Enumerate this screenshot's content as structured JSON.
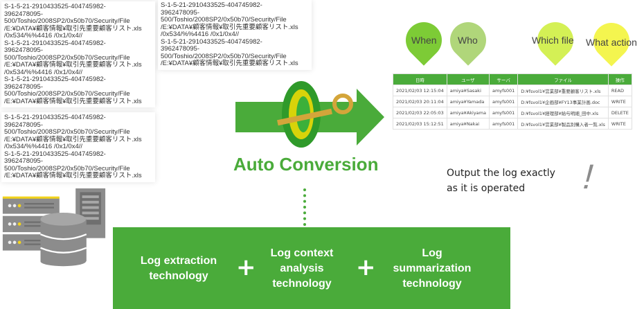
{
  "log_sheets": [
    {
      "lines": [
        "S-1-5-21-2910433525-404745982-",
        "3962478095-",
        "500/Toshio/2008SP2/0x50b70/Security/File",
        "/E:¥DATA¥顧客情報¥取引先重要顧客リスト.xls",
        "/0x534/%%4416    /0x1/0x4//",
        "S-1-5-21-2910433525-404745982-",
        "3962478095-",
        "500/Toshio/2008SP2/0x50b70/Security/File",
        "/E:¥DATA¥顧客情報¥取引先重要顧客リスト.xls"
      ]
    },
    {
      "lines": [
        "S-1-5-21-2910433525-404745982-",
        "3962478095-",
        "500/Toshio/2008SP2/0x50b70/Security/File",
        "/E:¥DATA¥顧客情報¥取引先重要顧客リスト.xls",
        "/0x534/%%4416    /0x1/0x4//",
        "S-1-5-21-2910433525-404745982-",
        "3962478095-",
        "500/Toshio/2008SP2/0x50b70/Security/File",
        "/E:¥DATA¥顧客情報¥取引先重要顧客リスト.xls"
      ]
    },
    {
      "lines": [
        "S-1-5-21-2910433525-404745982-",
        "3962478095-",
        "500/Toshio/2008SP2/0x50b70/Security/File",
        "/E:¥DATA¥顧客情報¥取引先重要顧客リスト.xls",
        "/0x534/%%4416    /0x1/0x4//",
        "S-1-5-21-2910433525-404745982-",
        "3962478095-",
        "500/Toshio/2008SP2/0x50b70/Security/File",
        "/E:¥DATA¥顧客情報¥取引先重要顧客リスト.xls",
        "/0x534/%%4416    /0x1/0x4//",
        "S-1-5-21-2910433525-404745982-",
        "3962478095-",
        "500/Toshio/2008SP2/0x50b70/Security/File",
        "/E:¥DATA¥顧客情報¥取引先重要顧客リスト.xls"
      ]
    }
  ],
  "conversion_label": "Auto Conversion",
  "pins": [
    {
      "label": "When",
      "color": "#7dcb36"
    },
    {
      "label": "Who",
      "color": "#b0d67a"
    },
    {
      "label": "Which file",
      "color": "#d4f055"
    },
    {
      "label": "What action",
      "color": "#f4f54f"
    }
  ],
  "log_table": {
    "headers": [
      "日時",
      "ユーザ",
      "サーバ",
      "ファイル",
      "操作"
    ],
    "rows": [
      [
        "2021/02/03 12:15:04",
        "amiya¥Sasaki",
        "amyfs001",
        "D:¥fsvol1¥営業部¥重要顧客リスト.xls",
        "READ"
      ],
      [
        "2021/02/03 20:11:04",
        "amiya¥Yamada",
        "amyfs001",
        "D:¥fsvol1¥企画部¥FY13事業計画.doc",
        "WRITE"
      ],
      [
        "2021/02/03 22:05:03",
        "amiya¥Akiyama",
        "amyfs001",
        "D:¥fsvol1¥経理部¥給与明細_田中.xls",
        "DELETE"
      ],
      [
        "2021/02/03 15:12:51",
        "amiya¥Nakai",
        "amyfs001",
        "D:¥fsvol1¥営業部¥製品別購入者一覧.xls",
        "WRITE"
      ]
    ]
  },
  "output_note": [
    "Output the log exactly",
    "as it is operated"
  ],
  "exclamation": "!",
  "technologies": [
    {
      "lines": [
        "Log extraction",
        "technology"
      ]
    },
    {
      "lines": [
        "Log context",
        "analysis",
        "technology"
      ]
    },
    {
      "lines": [
        "Log",
        "summarization",
        "technology"
      ]
    }
  ],
  "plus": "+",
  "colors": {
    "accent_green": "#4aab3a",
    "server_gray": "#8c8c8c",
    "indicator_yellow": "#f2d31b"
  }
}
